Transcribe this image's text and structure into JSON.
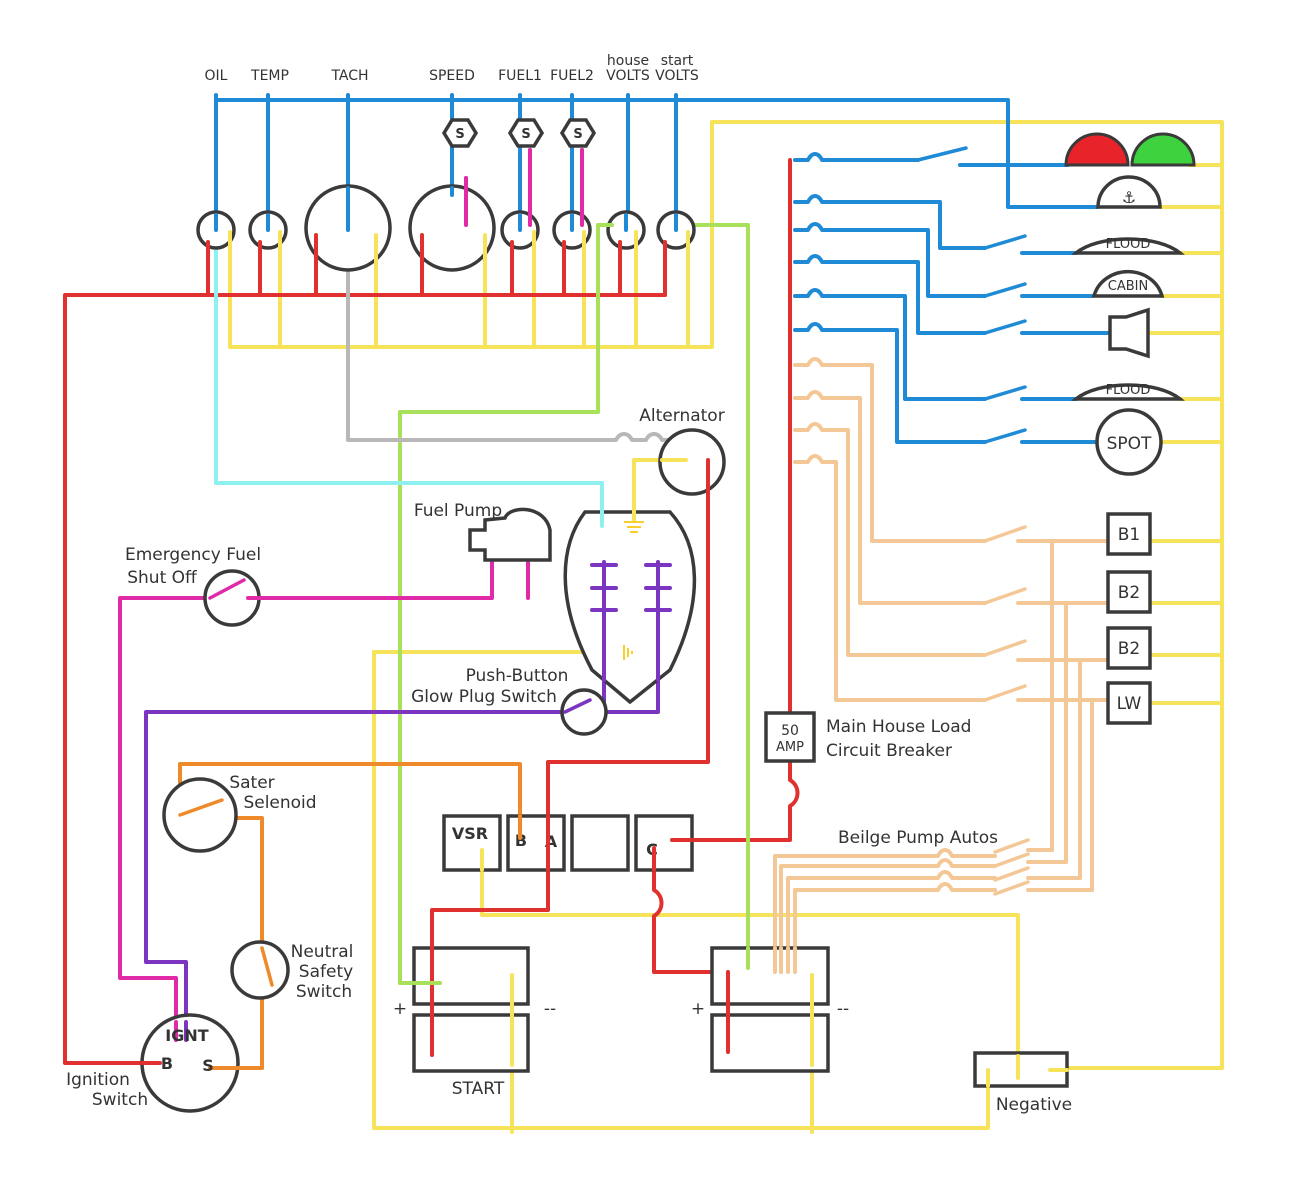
{
  "gauges": {
    "oil": "OIL",
    "temp": "TEMP",
    "tach": "TACH",
    "speed": "SPEED",
    "fuel1": "FUEL1",
    "fuel2": "FUEL2",
    "house_volts_1": "house",
    "house_volts_2": "VOLTS",
    "start_volts_1": "start",
    "start_volts_2": "VOLTS",
    "sender_letter": "S"
  },
  "loads": {
    "anchor_glyph": "⚓",
    "flood_1": "FLOOD",
    "cabin": "CABIN",
    "flood_2": "FLOOD",
    "spot": "SPOT",
    "b1": "B1",
    "b2_a": "B2",
    "b2_b": "B2",
    "lw": "LW"
  },
  "components": {
    "alternator": "Alternator",
    "fuel_pump": "Fuel Pump",
    "emergency_fuel_1": "Emergency Fuel",
    "emergency_fuel_2": "Shut Off",
    "glow_plug_1": "Push-Button",
    "glow_plug_2": "Glow Plug Switch",
    "breaker_amp_1": "50",
    "breaker_amp_2": "AMP",
    "breaker_label_1": "Main House Load",
    "breaker_label_2": "Circuit Breaker",
    "starter_solenoid_1": "Sater",
    "starter_solenoid_2": "Selenoid",
    "neutral_safety_1": "Neutral",
    "neutral_safety_2": "Safety",
    "neutral_safety_3": "Switch",
    "vsr": "VSR",
    "terminal_b": "B",
    "terminal_a": "A",
    "terminal_c": "C",
    "bilge_pump_autos": "Beilge Pump Autos",
    "ignition_top": "IGNT",
    "ignition_b": "B",
    "ignition_s": "S",
    "ignition_label_1": "Ignition",
    "ignition_label_2": "Switch",
    "battery_plus_1": "+",
    "battery_minus_1": "--",
    "battery_plus_2": "+",
    "battery_minus_2": "--",
    "start_battery": "START",
    "negative": "Negative"
  }
}
